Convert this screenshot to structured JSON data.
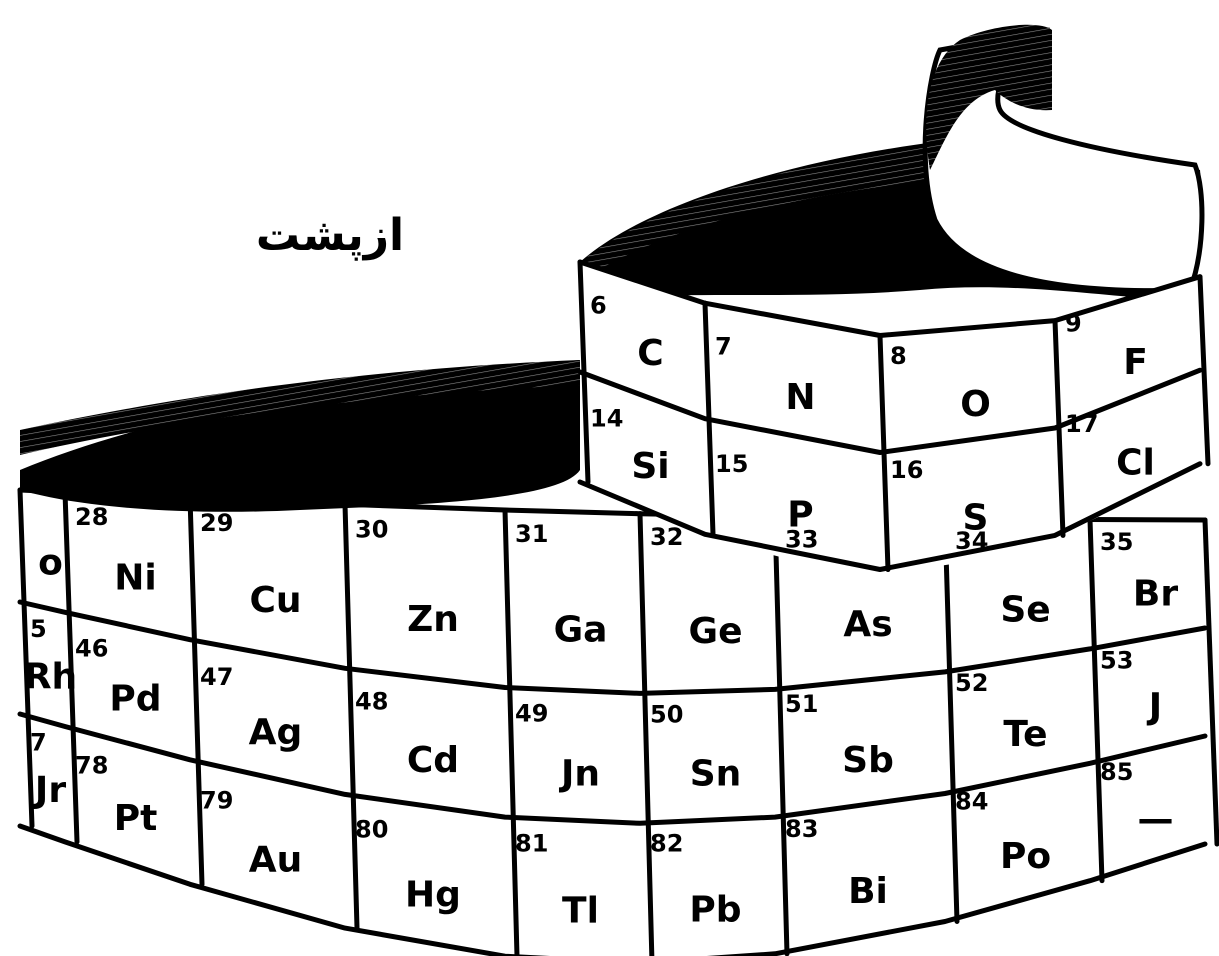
{
  "caption": "ازپشت",
  "colors": {
    "ink": "#000000",
    "paper": "#ffffff"
  },
  "upper_band": {
    "rows": [
      [
        {
          "n": "6",
          "s": "C"
        },
        {
          "n": "7",
          "s": "N"
        },
        {
          "n": "8",
          "s": "O"
        },
        {
          "n": "9",
          "s": "F"
        }
      ],
      [
        {
          "n": "14",
          "s": "Si"
        },
        {
          "n": "15",
          "s": "P"
        },
        {
          "n": "16",
          "s": "S"
        },
        {
          "n": "17",
          "s": "Cl"
        }
      ]
    ]
  },
  "lower_band": {
    "rows": [
      [
        {
          "n": "",
          "s": "o"
        },
        {
          "n": "28",
          "s": "Ni"
        },
        {
          "n": "29",
          "s": "Cu"
        },
        {
          "n": "30",
          "s": "Zn"
        },
        {
          "n": "31",
          "s": "Ga"
        },
        {
          "n": "32",
          "s": "Ge"
        },
        {
          "n": "33",
          "s": "As"
        },
        {
          "n": "34",
          "s": "Se"
        },
        {
          "n": "35",
          "s": "Br"
        }
      ],
      [
        {
          "n": "5",
          "s": "Rh"
        },
        {
          "n": "46",
          "s": "Pd"
        },
        {
          "n": "47",
          "s": "Ag"
        },
        {
          "n": "48",
          "s": "Cd"
        },
        {
          "n": "49",
          "s": "Jn"
        },
        {
          "n": "50",
          "s": "Sn"
        },
        {
          "n": "51",
          "s": "Sb"
        },
        {
          "n": "52",
          "s": "Te"
        },
        {
          "n": "53",
          "s": "J"
        }
      ],
      [
        {
          "n": "7",
          "s": "Jr"
        },
        {
          "n": "78",
          "s": "Pt"
        },
        {
          "n": "79",
          "s": "Au"
        },
        {
          "n": "80",
          "s": "Hg"
        },
        {
          "n": "81",
          "s": "Tl"
        },
        {
          "n": "82",
          "s": "Pb"
        },
        {
          "n": "83",
          "s": "Bi"
        },
        {
          "n": "84",
          "s": "Po"
        },
        {
          "n": "85",
          "s": "—"
        }
      ]
    ]
  }
}
